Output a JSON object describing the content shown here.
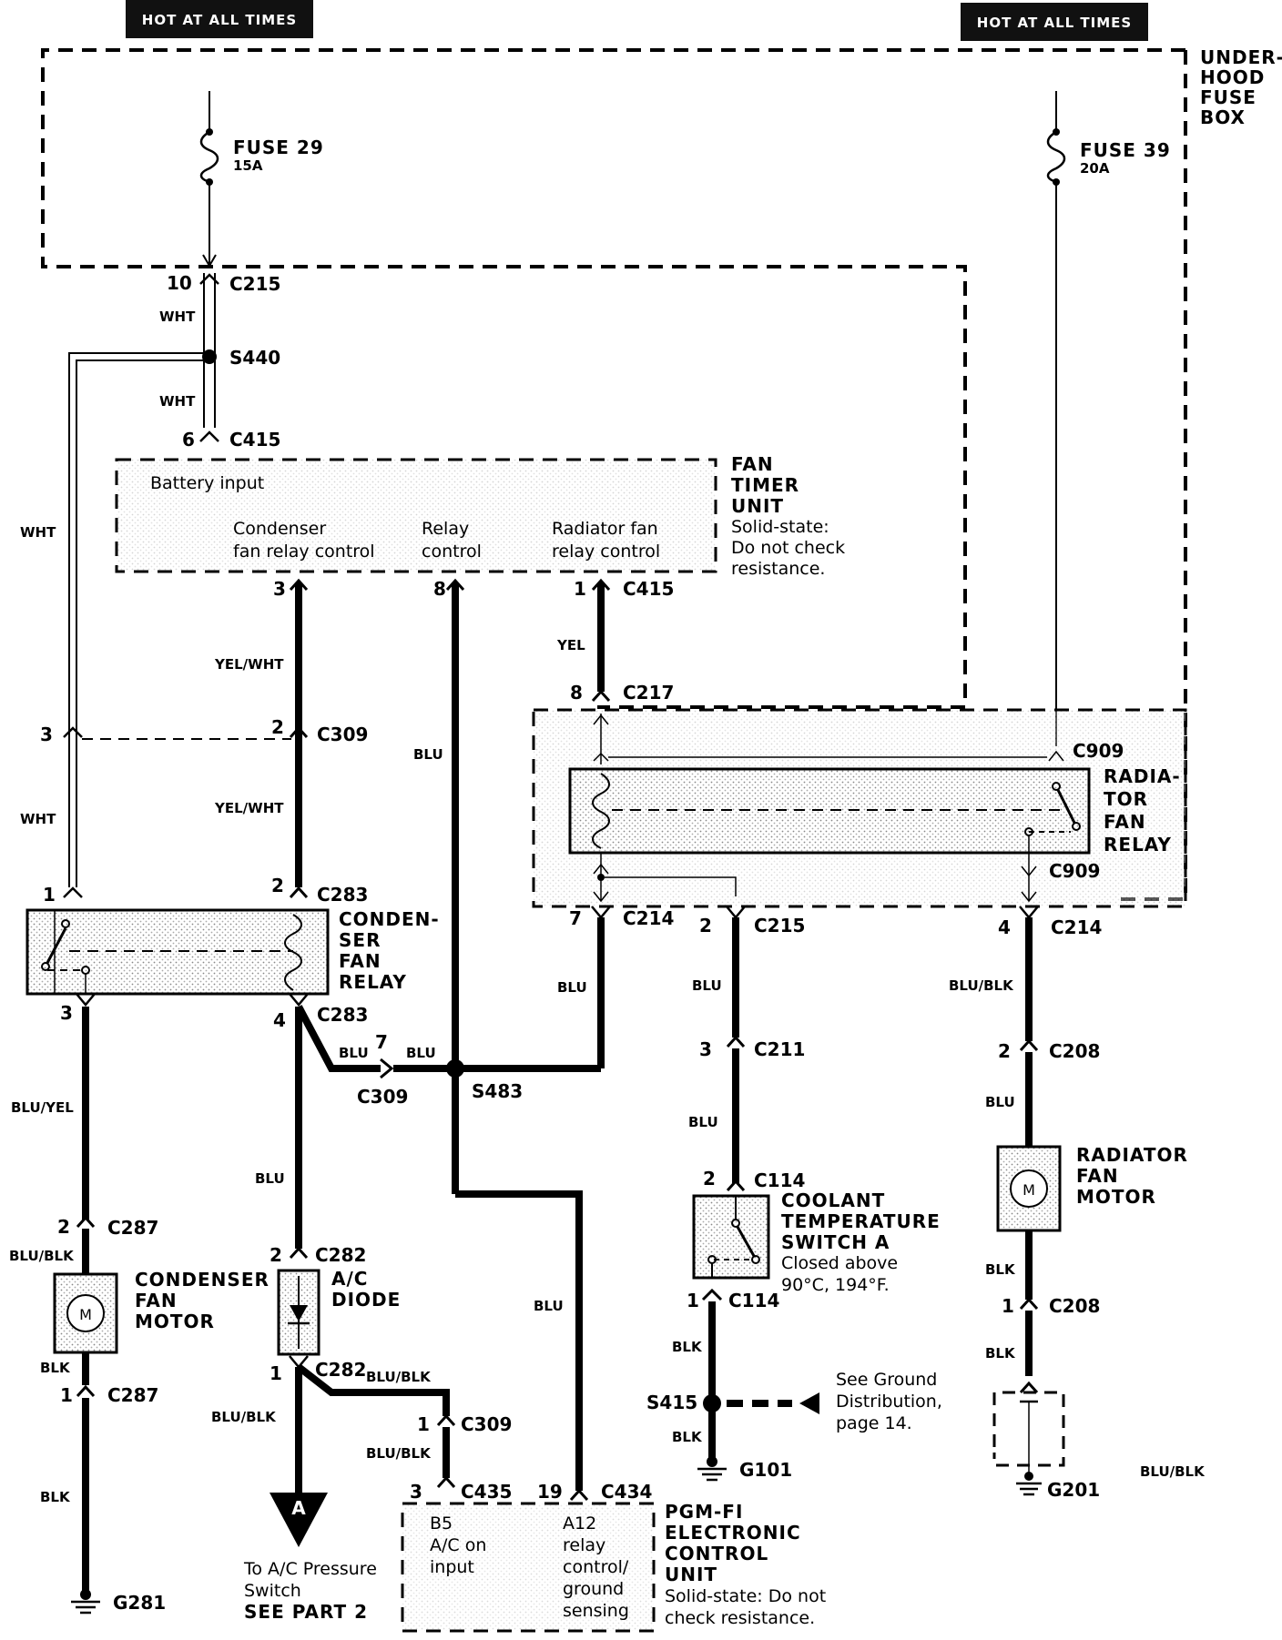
{
  "supply": {
    "hot_left": "HOT AT ALL TIMES",
    "hot_right": "HOT AT ALL TIMES",
    "underhood": [
      "UNDER-",
      "HOOD",
      "FUSE",
      "BOX"
    ],
    "fuse_left": {
      "name": "FUSE 29",
      "rating": "15A"
    },
    "fuse_right": {
      "name": "FUSE 39",
      "rating": "20A"
    }
  },
  "fan_timer": {
    "title": [
      "FAN",
      "TIMER",
      "UNIT"
    ],
    "note": [
      "Solid-state:",
      "Do not check",
      "resistance."
    ],
    "battery_input": "Battery input",
    "cond_ctrl": [
      "Condenser",
      "fan relay control"
    ],
    "relay_ctrl": [
      "Relay",
      "control"
    ],
    "rad_ctrl": [
      "Radiator fan",
      "relay control"
    ]
  },
  "condenser_relay": {
    "title": [
      "CONDEN-",
      "SER",
      "FAN",
      "RELAY"
    ]
  },
  "radiator_relay": {
    "title": [
      "RADIA-",
      "TOR",
      "FAN",
      "RELAY"
    ]
  },
  "condenser_motor": {
    "title": [
      "CONDENSER",
      "FAN",
      "MOTOR"
    ],
    "symbol": "M"
  },
  "radiator_motor": {
    "title": [
      "RADIATOR",
      "FAN",
      "MOTOR"
    ],
    "symbol": "M"
  },
  "ac_diode": {
    "title": [
      "A/C",
      "DIODE"
    ]
  },
  "coolant_switch": {
    "title": [
      "COOLANT",
      "TEMPERATURE",
      "SWITCH A"
    ],
    "note": [
      "Closed above",
      "90°C, 194°F."
    ]
  },
  "ecu": {
    "title": [
      "PGM-FI",
      "ELECTRONIC",
      "CONTROL",
      "UNIT"
    ],
    "note": [
      "Solid-state: Do not",
      "check resistance."
    ],
    "b5": [
      "B5",
      "A/C on",
      "input"
    ],
    "a12": [
      "A12",
      "relay",
      "control/",
      "ground",
      "sensing"
    ]
  },
  "ground_note": [
    "See Ground",
    "Distribution,",
    "page 14."
  ],
  "ac_pressure": {
    "badge": "A",
    "text": [
      "To A/C Pressure",
      "Switch",
      "SEE PART 2"
    ]
  },
  "connectors": {
    "c215": "C215",
    "c415": "C415",
    "c217": "C217",
    "c309": "C309",
    "c283": "C283",
    "c909": "C909",
    "c214": "C214",
    "c211": "C211",
    "c208": "C208",
    "c287": "C287",
    "c282": "C282",
    "c114": "C114",
    "c435": "C435",
    "c434": "C434",
    "s440": "S440",
    "s483": "S483",
    "s415": "S415",
    "g281": "G281",
    "g101": "G101",
    "g201": "G201"
  },
  "pins": {
    "p10": "10",
    "p6": "6",
    "p3a": "3",
    "p8a": "8",
    "p1a": "1",
    "p8b": "8",
    "p3b": "3",
    "p2a": "2",
    "p1b": "1",
    "p2b": "2",
    "p3c": "3",
    "p4a": "4",
    "p7a": "7",
    "p7b": "7",
    "p2c": "2",
    "p4b": "4",
    "p3d": "3",
    "p2d": "2",
    "p2e": "2",
    "p2f": "2",
    "p2g": "2",
    "p1c": "1",
    "p1d": "1",
    "p1e": "1",
    "p1f": "1",
    "p3e": "3",
    "p19": "19",
    "p1g": "1"
  },
  "wires": {
    "wht1": "WHT",
    "wht2": "WHT",
    "wht3": "WHT",
    "wht4": "WHT",
    "yelwht1": "YEL/WHT",
    "yelwht2": "YEL/WHT",
    "blu_relay": "BLU",
    "yel": "YEL",
    "blu_c214": "BLU",
    "blu_c215": "BLU",
    "blu_c211": "BLU",
    "blu_c208": "BLU",
    "blublk_rad": "BLU/BLK",
    "blu_s483a": "BLU",
    "blu_s483b": "BLU",
    "bluyel": "BLU/YEL",
    "blublk_cm": "BLU/BLK",
    "blk_cm": "BLK",
    "blk_g281": "BLK",
    "blu_diode": "BLU",
    "blublk_d1": "BLU/BLK",
    "blublk_d2": "BLU/BLK",
    "blublk_d3": "BLU/BLK",
    "blu_ecu": "BLU",
    "blk_sw": "BLK",
    "blk_s415": "BLK",
    "blk_rm1": "BLK",
    "blk_rm2": "BLK",
    "blublk_g201": "BLU/BLK"
  }
}
